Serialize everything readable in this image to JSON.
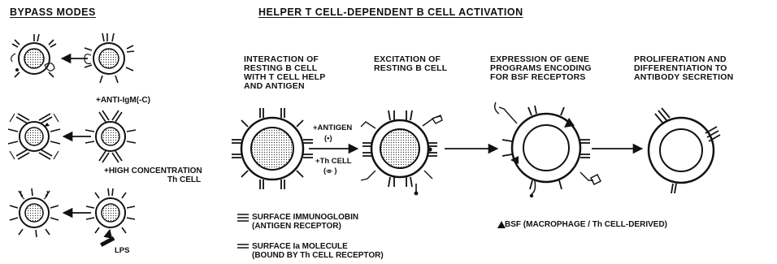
{
  "headings": {
    "bypass": "BYPASS MODES",
    "activation": "HELPER T  CELL-DEPENDENT  B CELL ACTIVATION"
  },
  "bypass_labels": {
    "anti_igm": "+ANTI-IgM(-C)",
    "high_conc_line1": "+HIGH CONCENTRATION",
    "high_conc_line2": "Th CELL",
    "lps": "LPS"
  },
  "stages": [
    {
      "lines": [
        "INTERACTION OF",
        "RESTING B CELL",
        "WITH T CELL HELP",
        "AND ANTIGEN"
      ]
    },
    {
      "lines": [
        "EXCITATION OF",
        "RESTING B CELL"
      ]
    },
    {
      "lines": [
        "EXPRESSION OF GENE",
        "PROGRAMS ENCODING",
        "FOR BSF RECEPTORS"
      ]
    },
    {
      "lines": [
        "PROLIFERATION AND",
        "DIFFERENTIATION TO",
        "ANTIBODY SECRETION"
      ]
    }
  ],
  "arrow_labels": {
    "antigen": "+ANTIGEN",
    "antigen_symbol": "(•)",
    "th_cell": "+Th CELL",
    "th_symbol": "(⌯ )"
  },
  "legend": {
    "ig_line1": "SURFACE IMMUNOGLOBIN",
    "ig_line2": "(ANTIGEN RECEPTOR)",
    "ia_line1": "SURFACE Ia  MOLECULE",
    "ia_line2": "(BOUND BY Th CELL RECEPTOR)",
    "bsf": "BSF (MACROPHAGE / Th CELL-DERIVED)"
  }
}
